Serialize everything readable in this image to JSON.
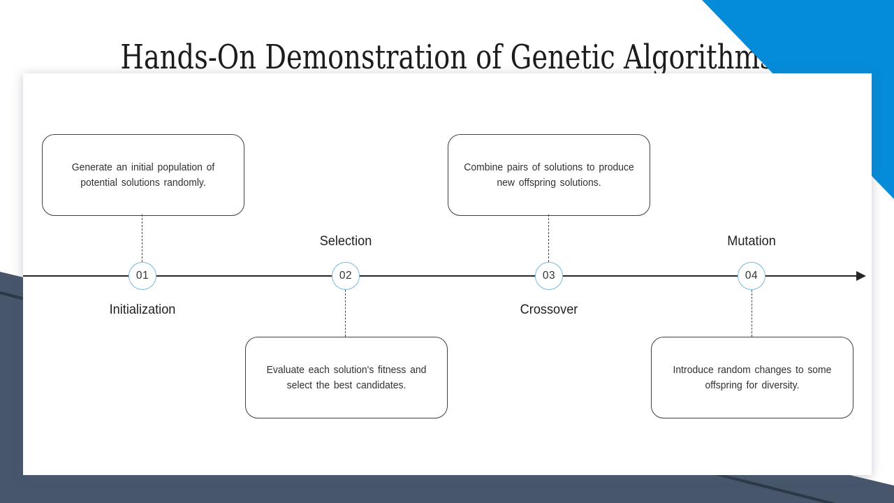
{
  "slide": {
    "title": "Hands-On Demonstration of Genetic Algorithms"
  },
  "theme": {
    "accent_blue": "#048cda",
    "slate": "#47566b",
    "slate_line": "#2c3747",
    "timeline_color": "#262626",
    "circle_border": "#75b9dc",
    "box_border": "#3f3f3f",
    "text_dark": "#262626",
    "card_bg": "#ffffff"
  },
  "timeline": {
    "steps": [
      {
        "number": "01",
        "label": "Initialization",
        "description": "Generate an initial population of potential solutions randomly."
      },
      {
        "number": "02",
        "label": "Selection",
        "description": "Evaluate each solution's fitness and select the best candidates."
      },
      {
        "number": "03",
        "label": "Crossover",
        "description": "Combine pairs of solutions to produce new offspring solutions."
      },
      {
        "number": "04",
        "label": "Mutation",
        "description": "Introduce random changes to some offspring for diversity."
      }
    ]
  }
}
